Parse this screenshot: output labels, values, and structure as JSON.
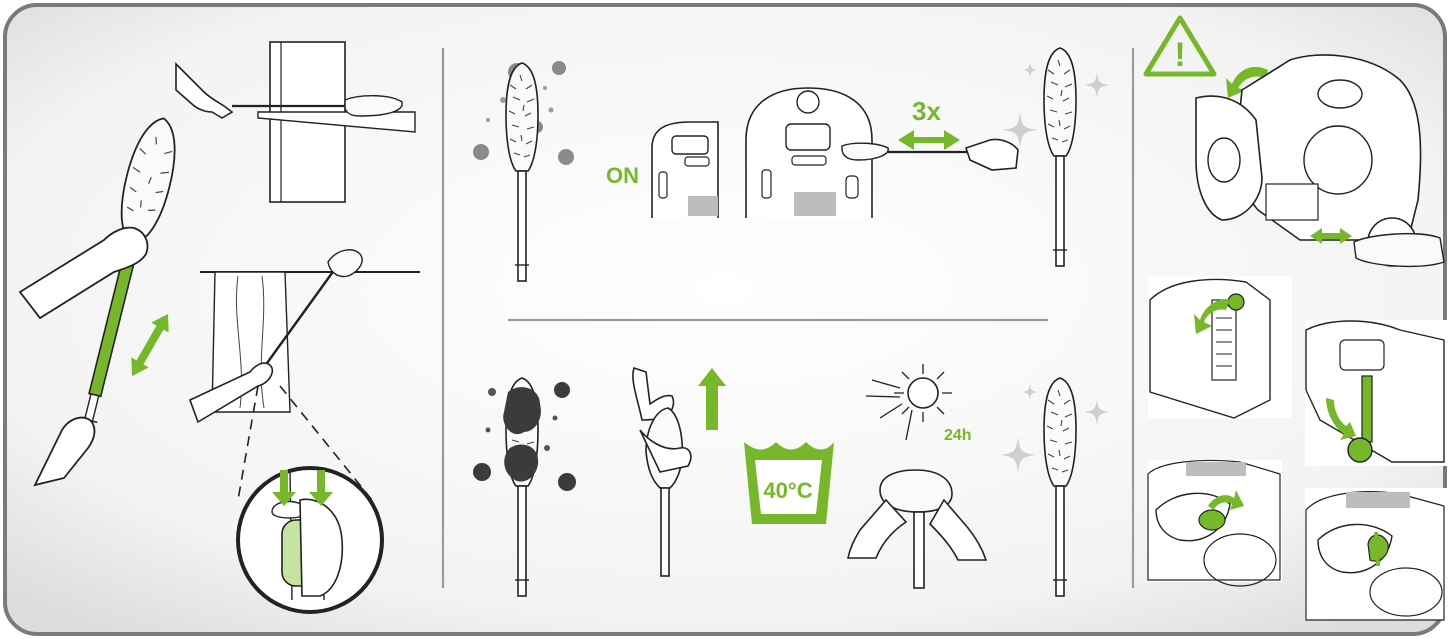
{
  "labels": {
    "power_on": "ON",
    "repeat_count": "3x",
    "wash_temperature": "40°C",
    "drying_time": "24h",
    "warning_symbol": "!"
  },
  "colors": {
    "accent_green": "#76b82a",
    "light_green": "#9bd04f",
    "pale_green": "#c6e3a2",
    "outline": "#222222",
    "panel_border": "#7a7a7a",
    "divider": "#9a9a9a",
    "dust_grey": "#8a8a8a",
    "dirt_dark": "#3b3b3b"
  },
  "icons": [
    "warning-triangle-icon",
    "sun-icon",
    "sparkle-icon",
    "arrow-down-icon",
    "arrow-up-icon",
    "double-arrow-icon",
    "wash-tub-icon"
  ]
}
